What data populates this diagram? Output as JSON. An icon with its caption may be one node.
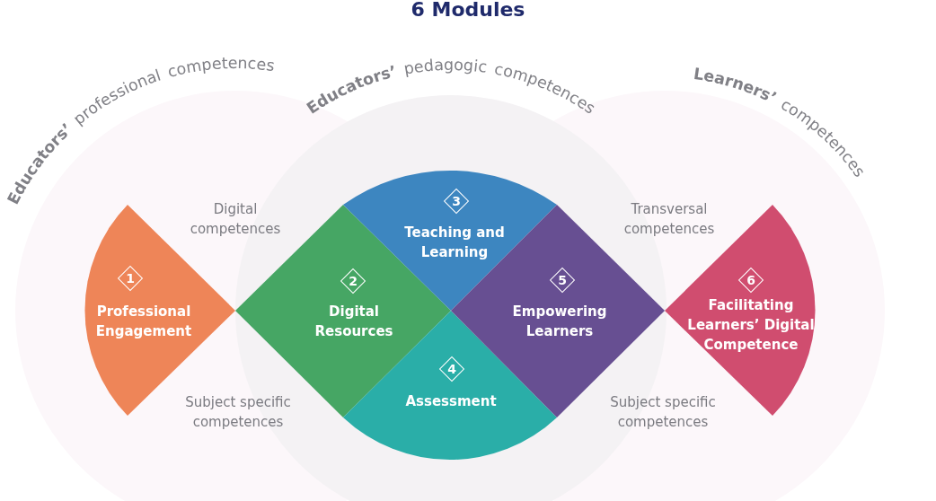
{
  "diagram": {
    "title": "6 Modules",
    "nodes": [
      {
        "text": [
          "1",
          "Professional Engagement"
        ]
      },
      {
        "text": [
          "2",
          "Digital Resources"
        ]
      },
      {
        "text": [
          "3",
          "Teaching and Learning"
        ]
      },
      {
        "text": [
          "4",
          "Assessment"
        ]
      },
      {
        "text": [
          "5",
          "Empowering Learners"
        ]
      },
      {
        "text": [
          "6",
          "Facilitating Learners’ Digital Competence"
        ]
      }
    ],
    "labels": [
      "**Educators’** professional competences",
      "**Educators’** pedagogic competences",
      "**Learners’** competences",
      "Digital competences",
      "Transversal competences",
      "Subject specific competences",
      "Subject specific competences"
    ]
  }
}
